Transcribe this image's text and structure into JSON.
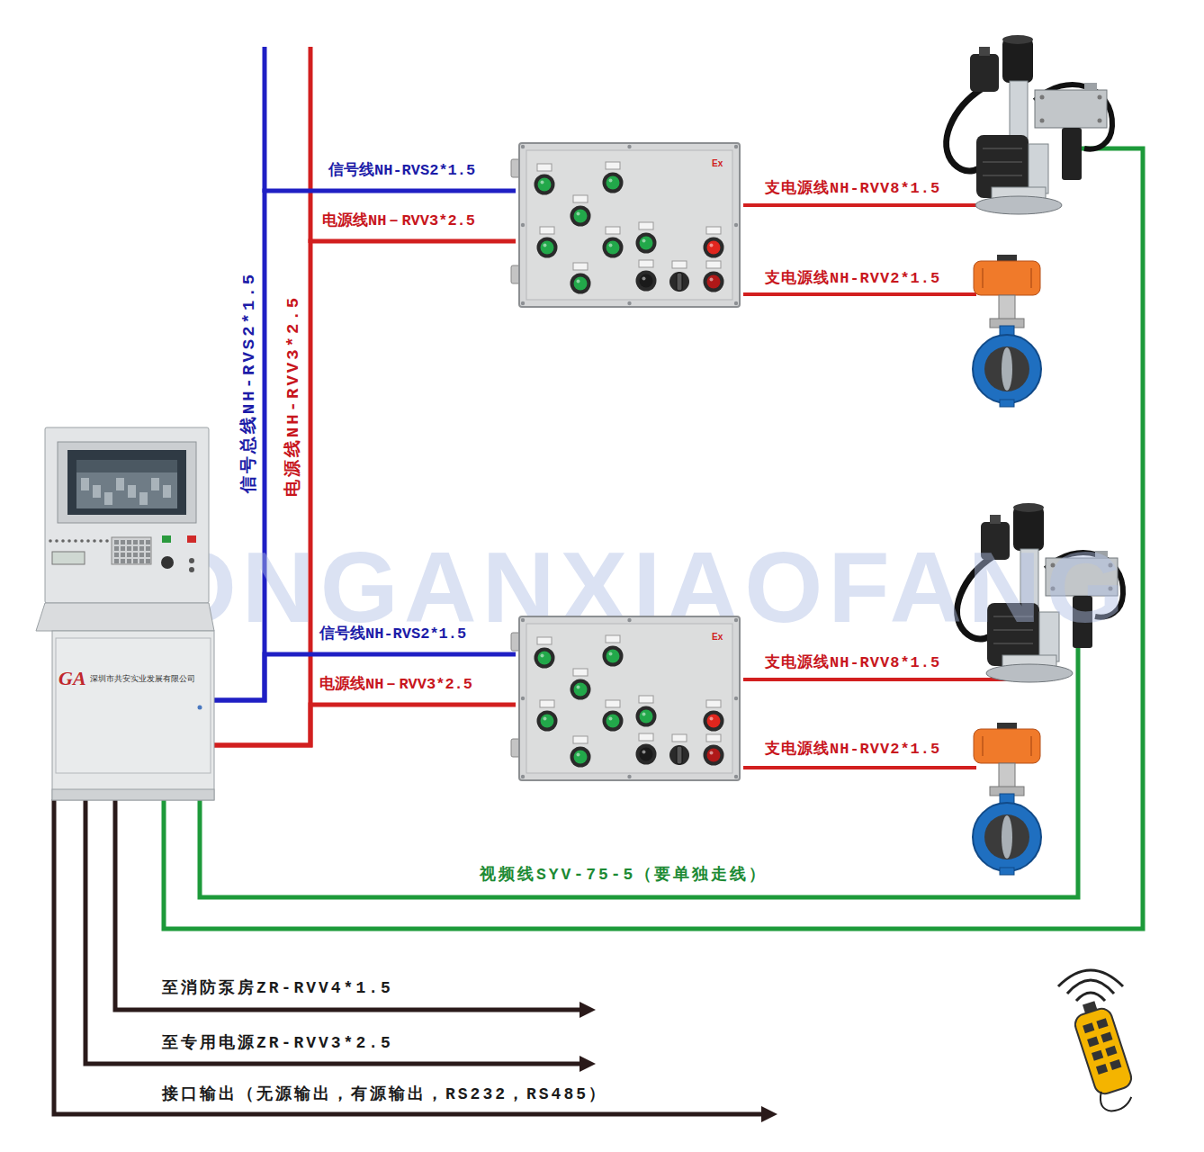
{
  "diagram": {
    "nodes": [
      {
        "text": [
          "GA",
          "深圳市共安实业发展有限公司"
        ]
      },
      {
        "text": [
          "Ex"
        ]
      },
      {
        "text": [
          "Ex"
        ]
      }
    ],
    "edges": [
      {
        "from": 0,
        "to": 1,
        "arrow": "none",
        "label": "信号线NH-RVS2*1.5"
      },
      {
        "from": 0,
        "to": 1,
        "arrow": "none",
        "label": "电源线NH－RVV3*2.5"
      },
      {
        "from": 0,
        "to": 2,
        "arrow": "none",
        "label": "信号线NH-RVS2*1.5"
      },
      {
        "from": 0,
        "to": 2,
        "arrow": "none",
        "label": "电源线NH－RVV3*2.5"
      }
    ],
    "labels": [
      "信号总线NH-RVS2*1.5",
      "电源线NH-RVV3*2.5",
      "支电源线NH-RVV8*1.5",
      "支电源线NH-RVV2*1.5",
      "支电源线NH-RVV8*1.5",
      "支电源线NH-RVV2*1.5",
      "视频线SYV-75-5（要单独走线）",
      "至消防泵房ZR-RVV4*1.5",
      "至专用电源ZR-RVV3*2.5",
      "接口输出（无源输出，有源输出，RS232，RS485）",
      "GONGANXIAOFANG"
    ]
  }
}
